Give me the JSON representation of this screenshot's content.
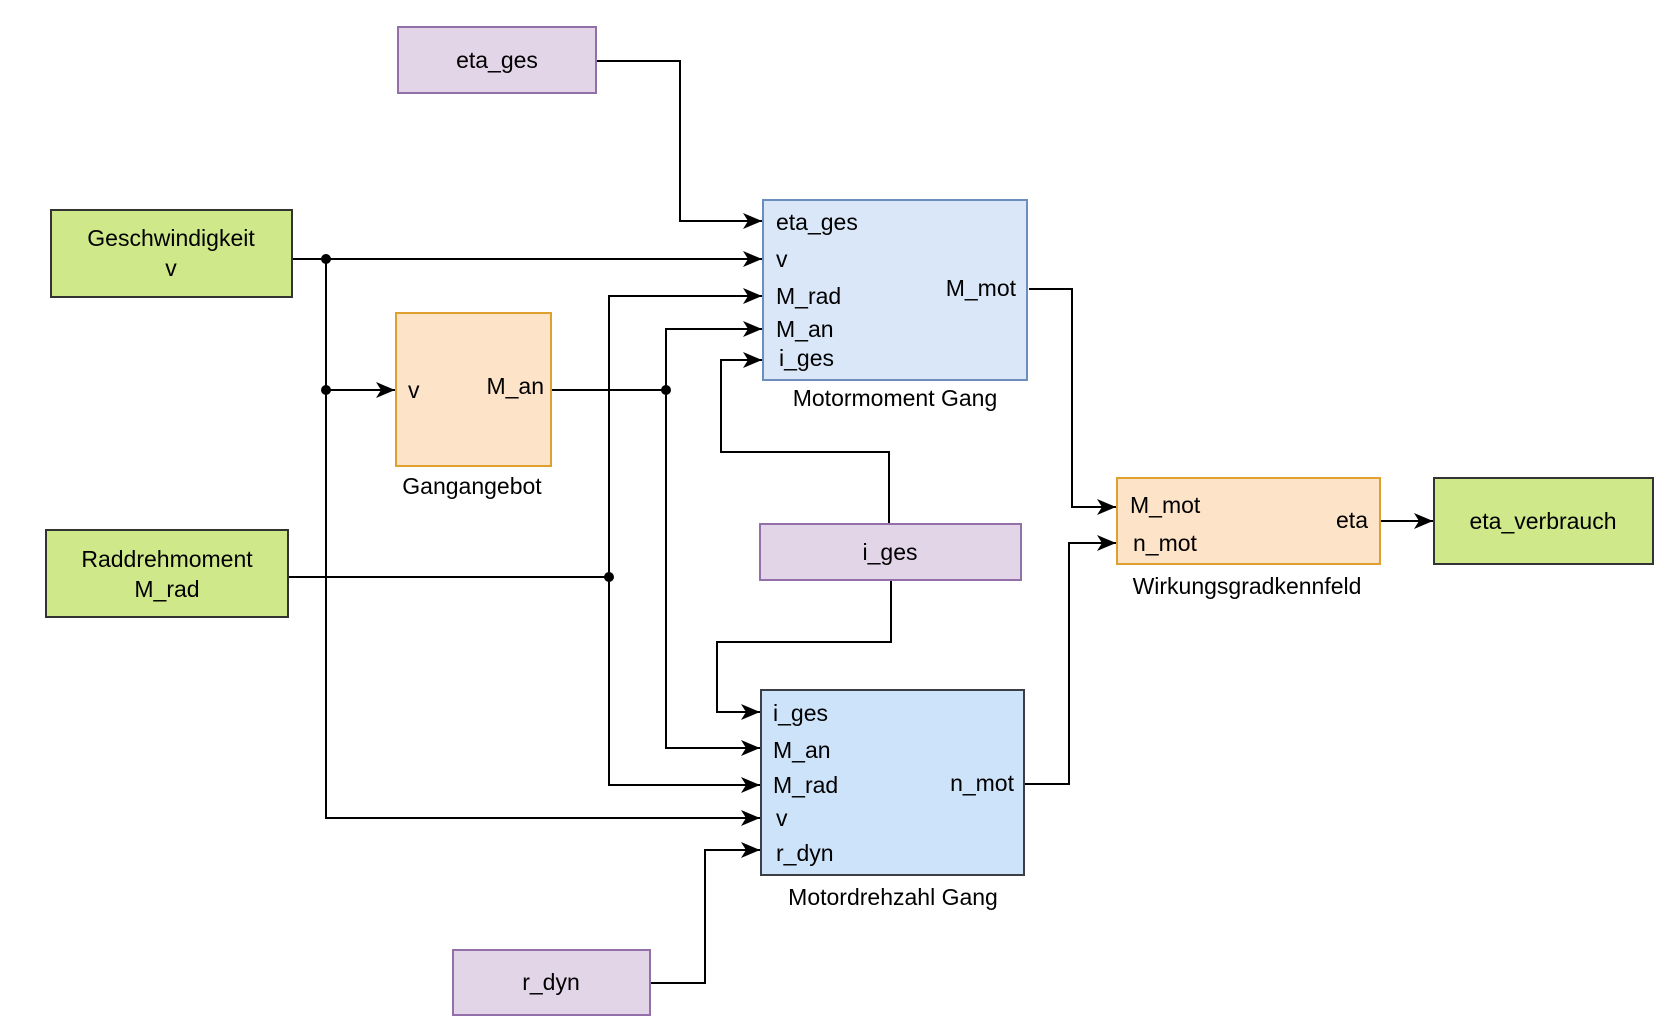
{
  "inputs": {
    "geschwindigkeit": {
      "line1": "Geschwindigkeit",
      "line2": "v"
    },
    "raddrehmoment": {
      "line1": "Raddrehmoment",
      "line2": "M_rad"
    },
    "eta_ges": "eta_ges",
    "i_ges": "i_ges",
    "r_dyn": "r_dyn"
  },
  "gangangebot": {
    "title": "Gangangebot",
    "in_v": "v",
    "out_m_an": "M_an"
  },
  "motormoment": {
    "title": "Motormoment Gang",
    "ports_in": [
      "eta_ges",
      "v",
      "M_rad",
      "M_an",
      "i_ges"
    ],
    "port_out": "M_mot"
  },
  "motordrehzahl": {
    "title": "Motordrehzahl Gang",
    "ports_in": [
      "i_ges",
      "M_an",
      "M_rad",
      "v",
      "r_dyn"
    ],
    "port_out": "n_mot"
  },
  "wirkungsgrad": {
    "title": "Wirkungsgradkennfeld",
    "ports_in": [
      "M_mot",
      "n_mot"
    ],
    "port_out": "eta"
  },
  "output": {
    "label": "eta_verbrauch"
  },
  "colors": {
    "input_fill": "#cfe88a",
    "param_fill": "#e2d5e8",
    "param_border": "#9470ab",
    "subsystem_fill": "#fde3c8",
    "subsystem_border": "#e0a030",
    "block_fill": "#dae7f8",
    "block_border": "#6c8ebf"
  }
}
